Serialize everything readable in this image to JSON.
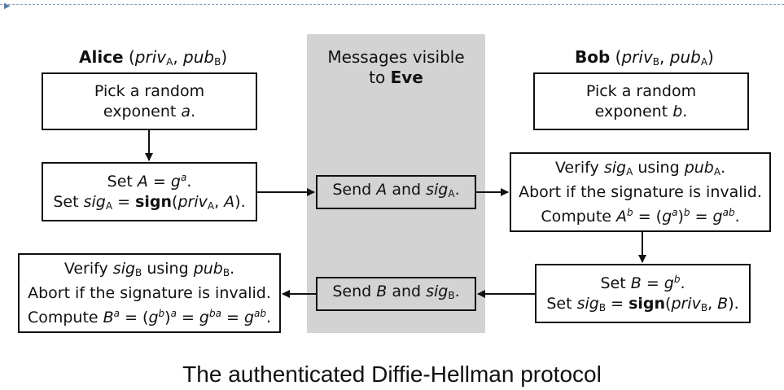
{
  "diagram": {
    "alice_header": {
      "name": "Alice",
      "keys": "(priv_A, pub_B)"
    },
    "bob_header": {
      "name": "Bob",
      "keys": "(priv_B, pub_A)"
    },
    "eve_header": {
      "line1": "Messages visible",
      "line2_prefix": "to ",
      "line2_name": "Eve"
    },
    "alice_pick": {
      "line1": "Pick a random",
      "line2": "exponent a."
    },
    "bob_pick": {
      "line1": "Pick a random",
      "line2": "exponent b."
    },
    "alice_set": {
      "line1": "Set A = g^a.",
      "line2": "Set sig_A = sign(priv_A, A)."
    },
    "msg_a": "Send A and sig_A.",
    "bob_verify": {
      "line1": "Verify sig_A using pub_A.",
      "line2": "Abort if the signature is invalid.",
      "line3": "Compute A^b = (g^a)^b = g^ab."
    },
    "bob_set": {
      "line1": "Set B = g^b.",
      "line2": "Set sig_B = sign(priv_B, B)."
    },
    "msg_b": "Send B and sig_B.",
    "alice_verify": {
      "line1": "Verify sig_B using pub_B.",
      "line2": "Abort if the signature is invalid.",
      "line3": "Compute B^a = (g^b)^a = g^ba = g^ab."
    }
  },
  "caption": "The authenticated Diffie-Hellman protocol",
  "colors": {
    "eve_band": "#d3d3d3",
    "stroke": "#111111",
    "topline": "#8aa0b8"
  }
}
